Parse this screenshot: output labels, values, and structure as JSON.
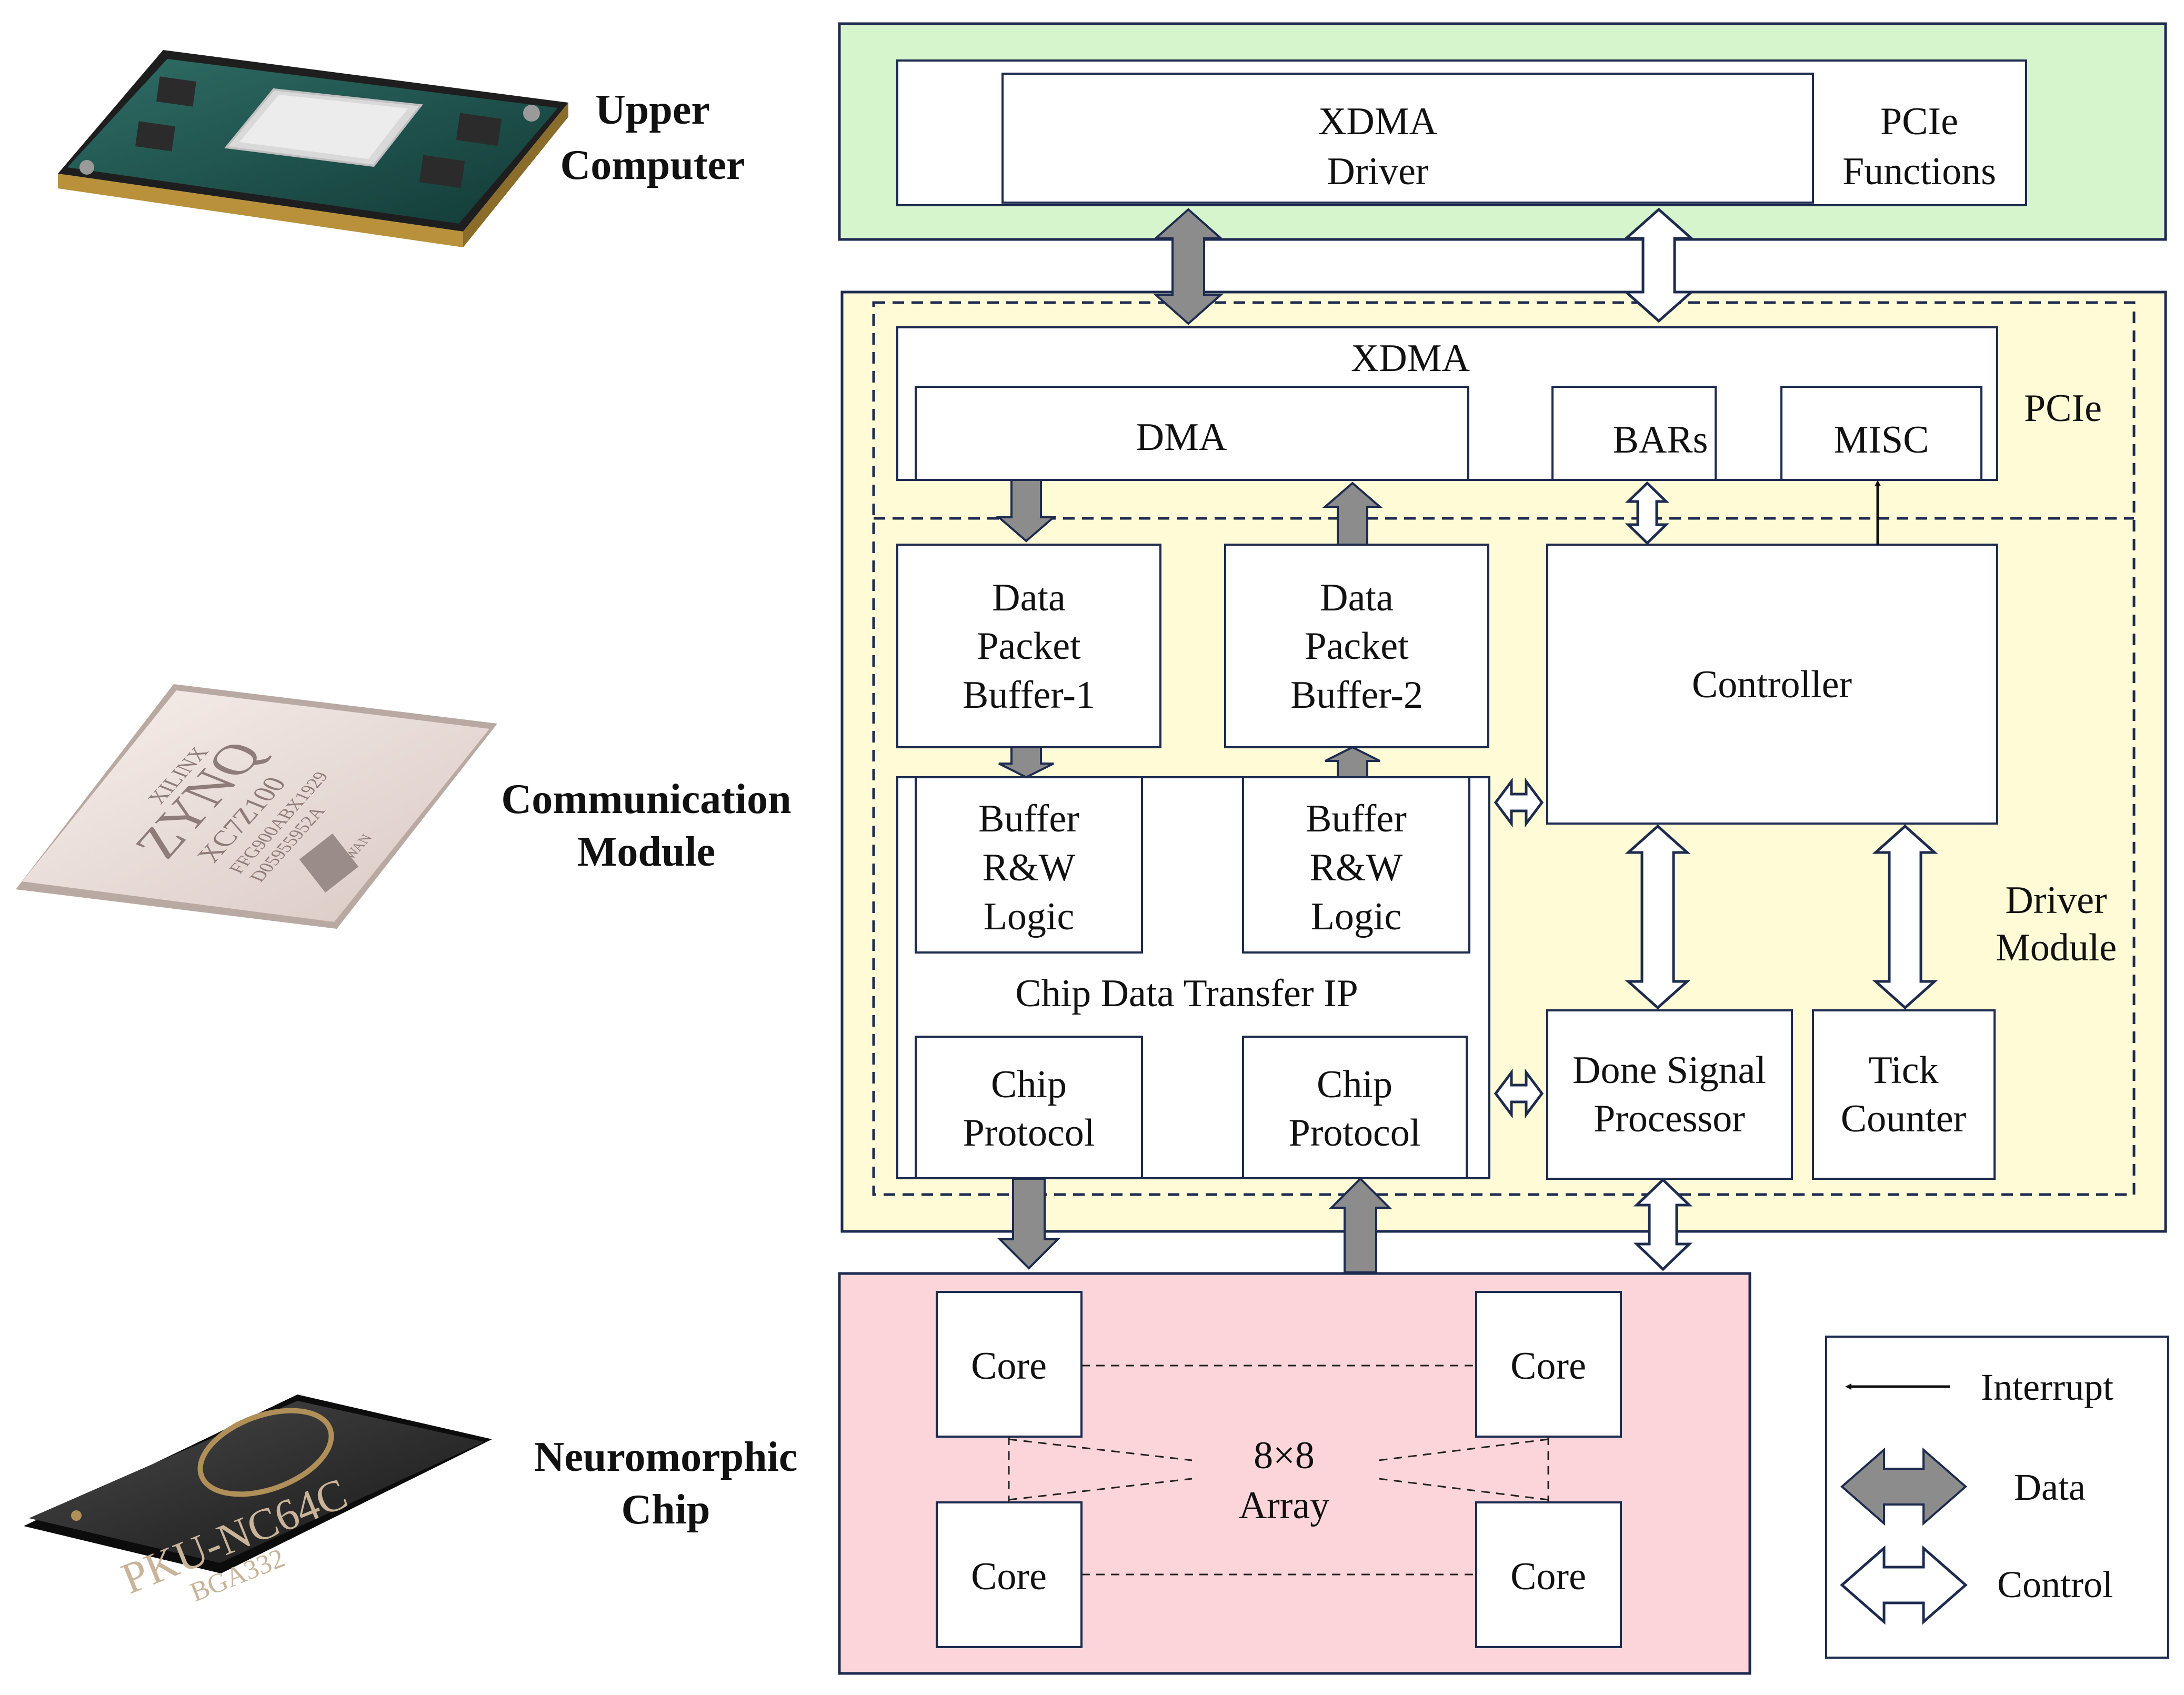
{
  "side_labels": {
    "upper_computer": [
      "Upper",
      "Computer"
    ],
    "communication_module": [
      "Communication",
      "Module"
    ],
    "neuromorphic_chip": [
      "Neuromorphic",
      "Chip"
    ]
  },
  "chip_markings": {
    "zynq_brand": "XILINX",
    "zynq_family": "ZYNQ",
    "zynq_part": "XC7Z100",
    "zynq_code1": "FFG900ABX1929",
    "zynq_code2": "D05955952A",
    "zynq_origin": "TAIWAN",
    "pku_name": "PKU-NC64C",
    "pku_package": "BGA332"
  },
  "upper": {
    "xdma_driver": [
      "XDMA",
      "Driver"
    ],
    "pcie_functions": [
      "PCIe",
      "Functions"
    ]
  },
  "comm": {
    "xdma": "XDMA",
    "dma": "DMA",
    "bars": "BARs",
    "misc": "MISC",
    "pcie": "PCIe",
    "buffer1": [
      "Data",
      "Packet",
      "Buffer-1"
    ],
    "buffer2": [
      "Data",
      "Packet",
      "Buffer-2"
    ],
    "controller": "Controller",
    "rw_logic": [
      "Buffer",
      "R&W",
      "Logic"
    ],
    "transfer_ip": "Chip Data Transfer IP",
    "chip_protocol": [
      "Chip",
      "Protocol"
    ],
    "done_signal": [
      "Done Signal",
      "Processor"
    ],
    "tick_counter": [
      "Tick",
      "Counter"
    ],
    "driver_module": [
      "Driver",
      "Module"
    ]
  },
  "chip": {
    "core": "Core",
    "array": [
      "8×8",
      "Array"
    ]
  },
  "legend": {
    "interrupt": "Interrupt",
    "data": "Data",
    "control": "Control"
  },
  "colors": {
    "upper_bg": "#d6f5cc",
    "upper_border": "#1d2b4f",
    "comm_bg": "#fffbd6",
    "chip_bg": "#fbd5d9",
    "data_arrow": "#8c8c8c",
    "line": "#1d2b4f"
  }
}
